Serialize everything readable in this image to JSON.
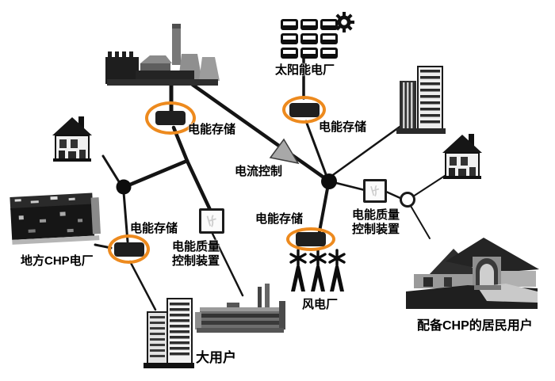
{
  "labels": {
    "solar_plant": "太阳能电厂",
    "energy_storage": "电能存储",
    "current_control": "电流控制",
    "power_quality_line1": "电能质量",
    "power_quality_line2": "控制装置",
    "local_chp_plant": "地方CHP电厂",
    "wind_plant": "风电厂",
    "large_users": "大用户",
    "chp_residential_users": "配备CHP的居民用户"
  },
  "colors": {
    "storage_highlight_ring": "#ED8A1E",
    "line": "#141414",
    "triangle_fill": "#A8A8A8",
    "background": "#FFFFFF"
  },
  "icons": {
    "central-power-plant-icon": "factory silhouette with chimney and cooling towers",
    "solar-panels-icon": "3x3 black solar cell grid with sun gear",
    "house-left-icon": "small detached house",
    "house-right-icon": "small detached house",
    "local-chp-plant-icon": "dark industrial CHP building block",
    "office-towers-icon": "twin high-rise towers",
    "energy-storage-icon": "black box circled in orange",
    "current-control-triangle-icon": "gray triangle on transmission line",
    "power-quality-device-icon": "white square device",
    "junction-node-icon": "solid black dot",
    "open-node-icon": "white circle junction",
    "wind-turbines-icon": "three star-rotor wind turbines",
    "large-user-buildings-icon": "two tall commercial buildings",
    "factory-icon": "wide banded factory with chimneys",
    "residential-chp-house-icon": "large suburban house"
  }
}
